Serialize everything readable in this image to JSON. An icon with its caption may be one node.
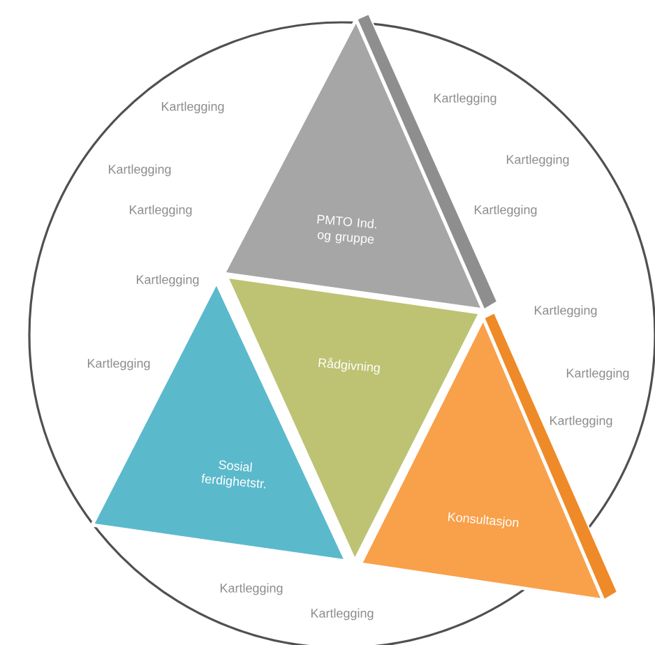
{
  "diagram": {
    "nodes": [
      {
        "text": [
          "PMTO Ind. og gruppe"
        ]
      },
      {
        "text": [
          "Sosial ferdighetstr."
        ]
      },
      {
        "text": [
          "Rådgivning"
        ]
      },
      {
        "text": [
          "Konsultasjon"
        ]
      }
    ],
    "labels": [
      "Kartlegging",
      "Kartlegging",
      "Kartlegging",
      "Kartlegging",
      "Kartlegging",
      "Kartlegging",
      "Kartlegging",
      "Kartlegging",
      "Kartlegging",
      "Kartlegging",
      "Kartlegging",
      "Kartlegging",
      "Kartlegging"
    ]
  }
}
